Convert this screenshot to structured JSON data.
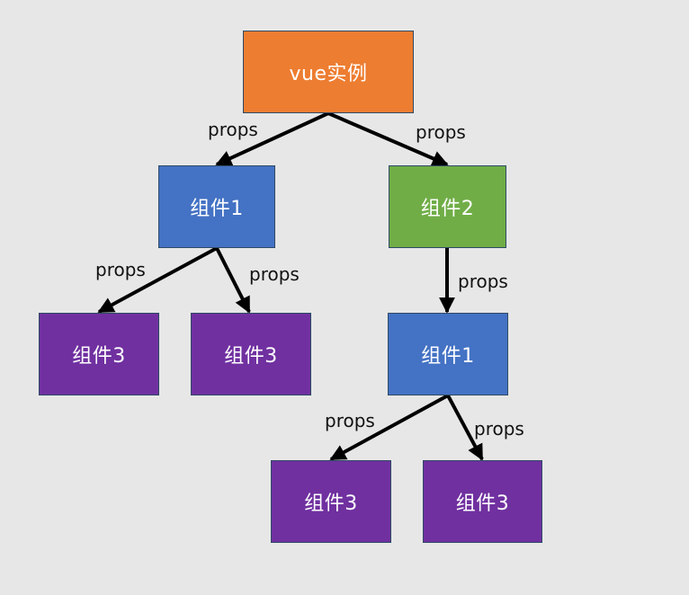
{
  "colors": {
    "background": "#e7e7e7",
    "vue_instance": "#ed7d31",
    "component_1": "#4472c4",
    "component_2": "#70ad47",
    "component_3": "#7030a0",
    "edge": "#000000"
  },
  "nodes": {
    "root": {
      "label": "vue实例",
      "color": "#ed7d31"
    },
    "c1": {
      "label": "组件1",
      "color": "#4472c4"
    },
    "c2": {
      "label": "组件2",
      "color": "#70ad47"
    },
    "l1": {
      "label": "组件3",
      "color": "#7030a0"
    },
    "l2": {
      "label": "组件3",
      "color": "#7030a0"
    },
    "c3": {
      "label": "组件1",
      "color": "#4472c4"
    },
    "l3": {
      "label": "组件3",
      "color": "#7030a0"
    },
    "l4": {
      "label": "组件3",
      "color": "#7030a0"
    }
  },
  "edges": [
    {
      "id": "e1",
      "from": "root",
      "to": "c1",
      "label": "props"
    },
    {
      "id": "e2",
      "from": "root",
      "to": "c2",
      "label": "props"
    },
    {
      "id": "e3",
      "from": "c1",
      "to": "l1",
      "label": "props"
    },
    {
      "id": "e4",
      "from": "c1",
      "to": "l2",
      "label": "props"
    },
    {
      "id": "e5",
      "from": "c2",
      "to": "c3",
      "label": "props"
    },
    {
      "id": "e6",
      "from": "c3",
      "to": "l3",
      "label": "props"
    },
    {
      "id": "e7",
      "from": "c3",
      "to": "l4",
      "label": "props"
    }
  ]
}
